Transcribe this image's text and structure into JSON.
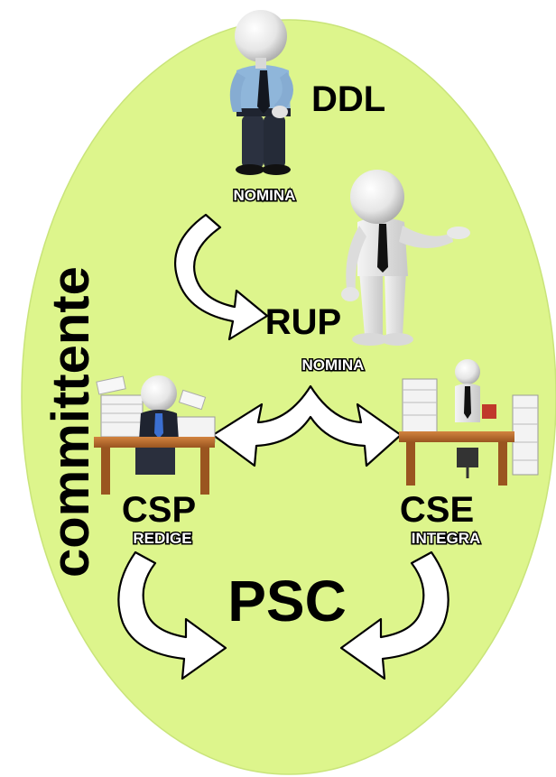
{
  "background_color": "#ddf58c",
  "side_label": "committente",
  "roles": {
    "ddl": {
      "label": "DDL",
      "action": "NOMINA"
    },
    "rup": {
      "label": "RUP",
      "action": "NOMINA"
    },
    "csp": {
      "label": "CSP",
      "action": "REDIGE"
    },
    "cse": {
      "label": "CSE",
      "action": "INTEGRA"
    }
  },
  "document": {
    "label": "PSC"
  },
  "figures": {
    "ddl": "business-man-figure",
    "rup": "presenting-figure",
    "csp": "worker-at-desk-figure",
    "cse": "worker-at-desk-figure"
  }
}
